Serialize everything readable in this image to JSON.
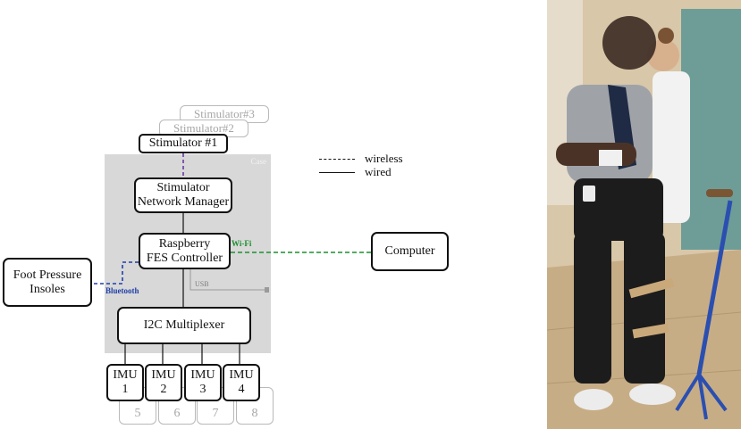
{
  "diagram": {
    "stimulators": {
      "ghost_3": "Stimulator#3",
      "ghost_2": "Stimulator#2",
      "primary": "Stimulator #1"
    },
    "case_label": "Case",
    "network_manager": [
      "Stimulator",
      "Network Manager"
    ],
    "controller": [
      "Raspberry",
      "FES Controller"
    ],
    "multiplexer": "I2C Multiplexer",
    "foot_insoles": [
      "Foot Pressure",
      "Insoles"
    ],
    "computer": "Computer",
    "connection_labels": {
      "wifi": "Wi-Fi",
      "bluetooth": "Bluetooth",
      "usb": "USB"
    },
    "imus": [
      {
        "name": "IMU",
        "number": "1"
      },
      {
        "name": "IMU",
        "number": "2"
      },
      {
        "name": "IMU",
        "number": "3"
      },
      {
        "name": "IMU",
        "number": "4"
      }
    ],
    "imu_ghost_numbers": [
      "5",
      "6",
      "7",
      "8"
    ],
    "legend": {
      "wireless": "wireless",
      "wired": "wired"
    },
    "colors": {
      "case_background": "#d8d8d8",
      "wifi_link": "#1a8f2e",
      "bluetooth_link": "#1f3fa8",
      "stimulator_link": "#6a3aa0",
      "ghost_outline": "#b9b9b9"
    }
  },
  "photo": {
    "subject": "patient-wearing-fes-system-with-therapist"
  }
}
